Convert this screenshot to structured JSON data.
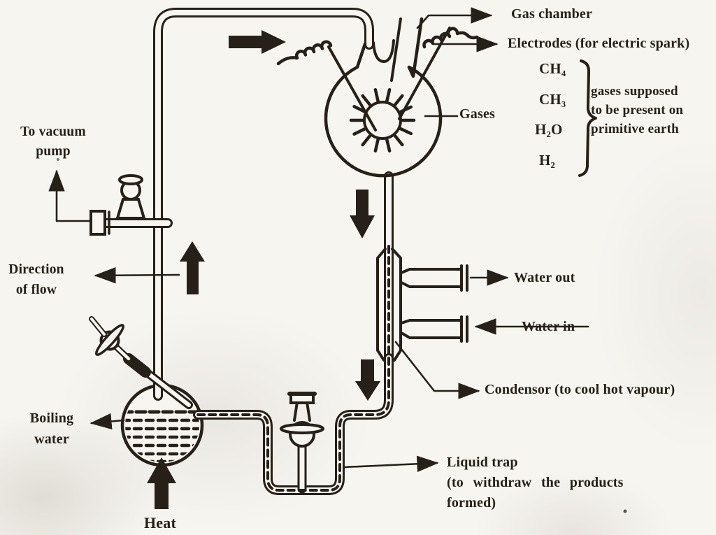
{
  "colors": {
    "paper": "#f7f5f0",
    "ink": "#262019"
  },
  "labels": {
    "gas_chamber": "Gas chamber",
    "electrodes": "Electrodes (for electric spark)",
    "gases_pointer": "Gases",
    "gases_note_line1": "gases supposed",
    "gases_note_line2": "to be present on",
    "gases_note_line3": "primitive earth",
    "vacuum_line1": "To vacuum",
    "vacuum_line2": "pump",
    "direction_line1": "Direction",
    "direction_line2": "of flow",
    "water_out": "Water out",
    "water_in": "Water in",
    "condensor": "Condensor (to cool hot vapour)",
    "liquid_trap_line1": "Liquid trap",
    "liquid_trap_line2": "(to withdraw the products",
    "liquid_trap_line3": "formed)",
    "boiling_line1": "Boiling",
    "boiling_line2": "water",
    "heat": "Heat"
  },
  "gases": [
    "CH₄",
    "CH₃",
    "H₂O",
    "H₂"
  ]
}
